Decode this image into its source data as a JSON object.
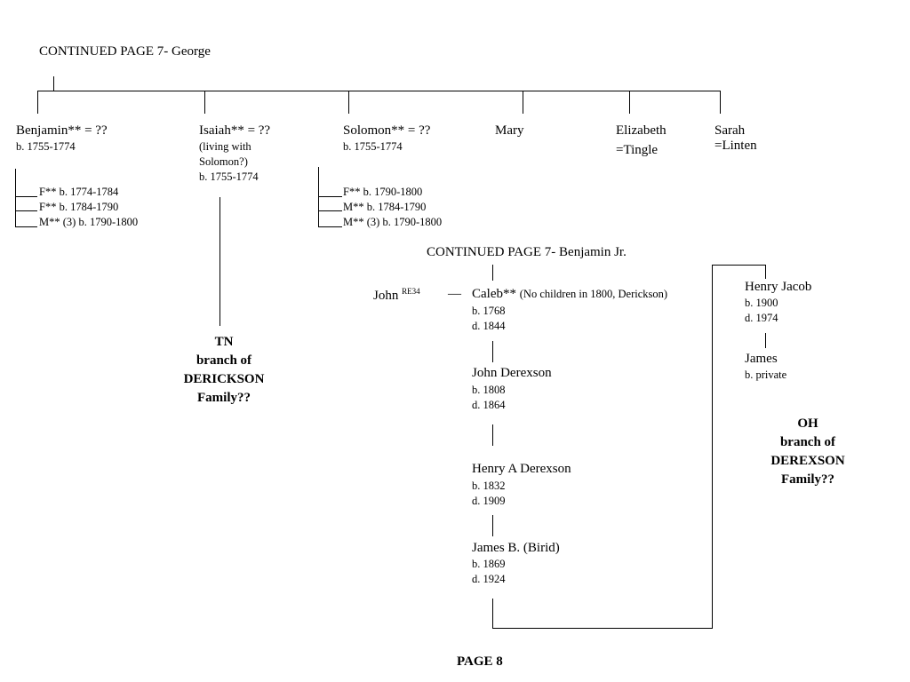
{
  "header_george": "CONTINUED PAGE 7- George",
  "children": {
    "benjamin": {
      "name": "Benjamin** = ??",
      "born": "b. 1755-1774",
      "kids": [
        "F** b. 1774-1784",
        "F** b. 1784-1790",
        "M** (3) b. 1790-1800"
      ]
    },
    "isaiah": {
      "name": "Isaiah** = ??",
      "note1": "(living with",
      "note2": "Solomon?)",
      "born": "b. 1755-1774"
    },
    "solomon": {
      "name": "Solomon** = ??",
      "born": "b. 1755-1774",
      "kids": [
        "F** b. 1790-1800",
        "M** b. 1784-1790",
        "M** (3) b. 1790-1800"
      ]
    },
    "mary": {
      "name": "Mary"
    },
    "elizabeth": {
      "name": "Elizabeth",
      "spouse": "=Tingle"
    },
    "sarah": {
      "name": "Sarah",
      "spouse": "=Linten"
    }
  },
  "tn_branch": [
    "TN",
    "branch of",
    "DERICKSON",
    "Family??"
  ],
  "header_benjamin_jr": "CONTINUED PAGE 7- Benjamin Jr.",
  "john": {
    "name": "John",
    "sup": "RE34",
    "dash": "—"
  },
  "caleb": {
    "name": "Caleb**",
    "note": "(No children in 1800, Derickson)",
    "born": "b. 1768",
    "died": "d. 1844"
  },
  "john_derexson": {
    "name": "John Derexson",
    "born": "b. 1808",
    "died": "d. 1864"
  },
  "henry_a": {
    "name": "Henry A Derexson",
    "born": "b. 1832",
    "died": "d. 1909"
  },
  "james_b": {
    "name": "James B. (Birid)",
    "born": "b. 1869",
    "died": "d. 1924"
  },
  "henry_jacob": {
    "name": "Henry Jacob",
    "born": "b. 1900",
    "died": "d. 1974"
  },
  "james": {
    "name": "James",
    "born": "b. private"
  },
  "oh_branch": [
    "OH",
    "branch of",
    "DEREXSON",
    "Family??"
  ],
  "footer": "PAGE 8"
}
